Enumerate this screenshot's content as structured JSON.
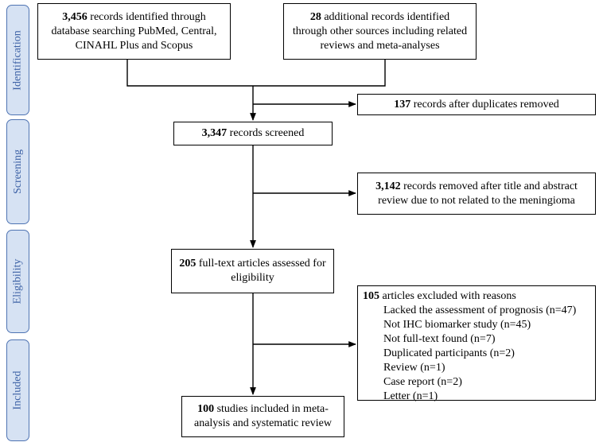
{
  "stages": {
    "identification": "Identification",
    "screening": "Screening",
    "eligibility": "Eligibility",
    "included": "Included"
  },
  "boxes": {
    "database": {
      "count": "3,456",
      "line1": " records identified through",
      "line2": "database searching PubMed, Central,",
      "line3": "CINAHL Plus and Scopus"
    },
    "other": {
      "count": "28",
      "line1": " additional records identified",
      "line2": "through other sources including related",
      "line3": "reviews and meta-analyses"
    },
    "duplicates": {
      "count": "137",
      "text": " records after duplicates removed"
    },
    "screened": {
      "count": "3,347",
      "text": " records screened"
    },
    "removed": {
      "count": "3,142",
      "line1": " records removed after title and abstract",
      "line2": "review due to not related to the meningioma"
    },
    "fulltext": {
      "count": "205",
      "line1": " full-text articles assessed for",
      "line2": "eligibility"
    },
    "excluded": {
      "count": "105",
      "text": " articles excluded with reasons",
      "reasons": [
        "Lacked the assessment of prognosis (n=47)",
        "Not IHC biomarker study  (n=45)",
        "Not full-text found (n=7)",
        "Duplicated participants (n=2)",
        "Review  (n=1)",
        "Case report (n=2)",
        "Letter (n=1)"
      ]
    },
    "included": {
      "count": "100",
      "line1": " studies included in meta-",
      "line2": "analysis and systematic review"
    }
  }
}
